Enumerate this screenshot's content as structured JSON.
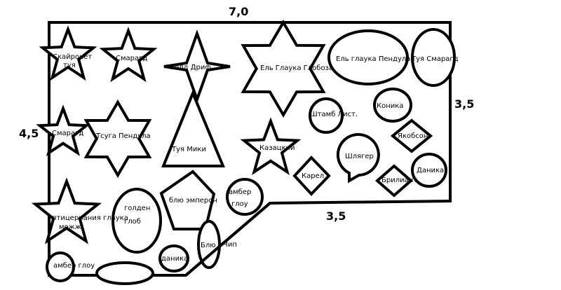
{
  "dimensions": {
    "top": "7,0",
    "right": "3,5",
    "left": "4,5",
    "bottom_right": "3,5"
  },
  "plants": {
    "skyrocket": [
      "Скайрокет",
      "туя"
    ],
    "smaragd1": "Смарагд",
    "gold_drift": "Голд Дриф",
    "tuya_miki": "Туя Мики",
    "el_globoza": "Ель Глаука Глобоза",
    "el_pendula": "Ель глаука Пендула",
    "tuya_smaragd": "Туя Смарагд",
    "konika": "Коника",
    "shtamb": "Штамб Лист.",
    "yakobson": "Якобсон",
    "smaragd2": "Смарагд",
    "tsuga": "Тсуга Пендула",
    "kazatsky": "Казацкий",
    "karel": "Карел",
    "shlyager": "Шлягер",
    "briliant": "Брилиант",
    "danika1": "Даника",
    "pfitzer": [
      "птицериания глаука",
      "можж"
    ],
    "golden_glob": [
      "голден",
      "глоб"
    ],
    "blue_emperor": "блю эмперон",
    "amber1": [
      "амбер",
      "глоу"
    ],
    "blue_chip": [
      "Блю",
      "Чип"
    ],
    "danika2": "даника",
    "amber2": "амбер глоу"
  }
}
